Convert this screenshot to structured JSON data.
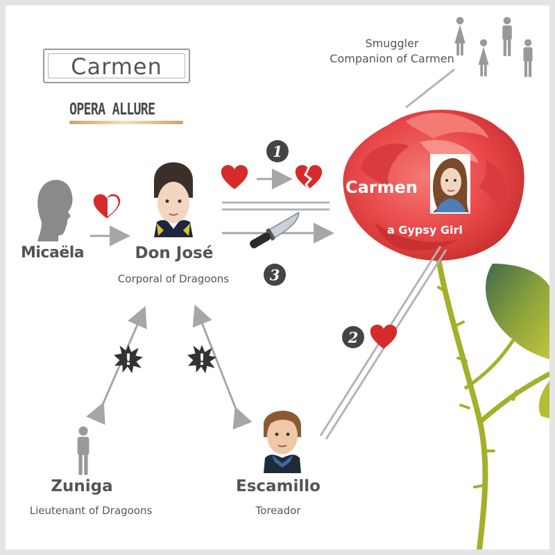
{
  "title": "Carmen",
  "brand": "OPERA ALLURE",
  "characters": {
    "carmen": {
      "name": "Carmen",
      "role": "a Gypsy Girl"
    },
    "don_jose": {
      "name": "Don José",
      "role": "Corporal of Dragoons"
    },
    "micaela": {
      "name": "Micaëla"
    },
    "zuniga": {
      "name": "Zuniga",
      "role": "Lieutenant of Dragoons"
    },
    "escamillo": {
      "name": "Escamillo",
      "role": "Toreador"
    },
    "smuggler": {
      "name": "Smuggler",
      "role": "Companion of Carmen"
    }
  },
  "markers": [
    "1",
    "2",
    "3"
  ],
  "colors": {
    "heart": "#d62b2b",
    "rose": "#e8484a",
    "stem": "#a3b02a",
    "leaf": "#6f8f3c",
    "arrow": "#a6a6a6",
    "text": "#555555"
  }
}
